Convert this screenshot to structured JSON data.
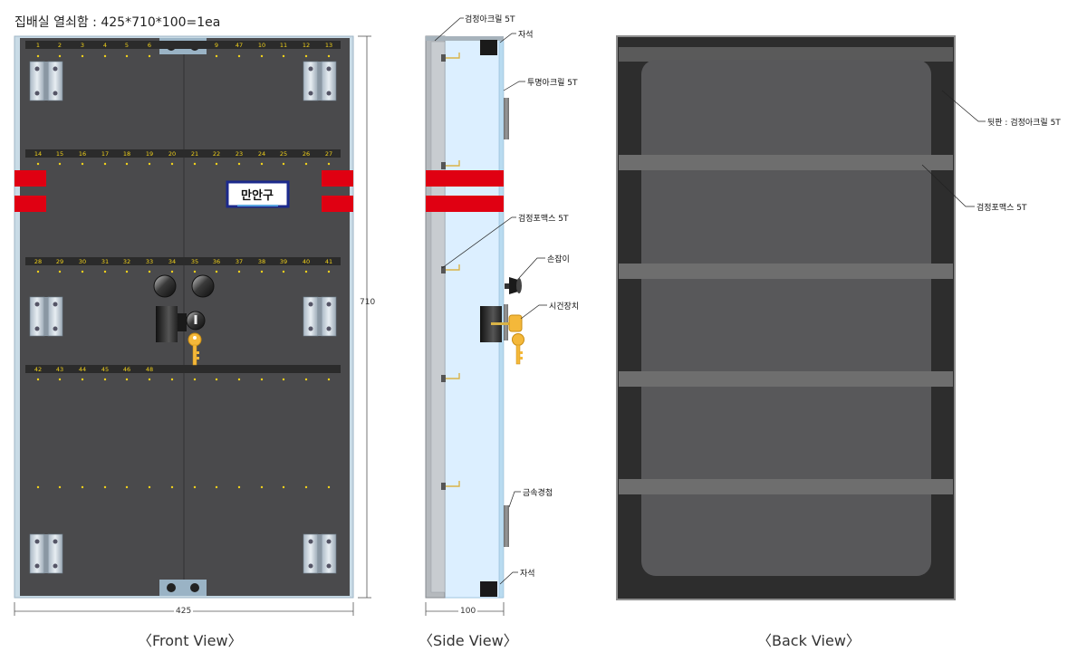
{
  "title": "집배실 열쇠함 : 425*710*100=1ea",
  "views": {
    "front": "〈Front View〉",
    "side": "〈Side View〉",
    "back": "〈Back View〉"
  },
  "dimensions": {
    "front_height": "710",
    "front_width": "425",
    "side_depth": "100"
  },
  "sign_label": "만안구",
  "hook_rows": [
    [
      "1",
      "2",
      "3",
      "4",
      "5",
      "6",
      "",
      "",
      "9",
      "47",
      "10",
      "11",
      "12",
      "13"
    ],
    [
      "14",
      "15",
      "16",
      "17",
      "18",
      "19",
      "20",
      "21",
      "22",
      "23",
      "24",
      "25",
      "26",
      "27"
    ],
    [
      "28",
      "29",
      "30",
      "31",
      "32",
      "33",
      "34",
      "35",
      "36",
      "37",
      "38",
      "39",
      "40",
      "41"
    ],
    [
      "42",
      "43",
      "44",
      "45",
      "46",
      "48"
    ]
  ],
  "callouts": {
    "side_top_acrylic": "검정아크릴 5T",
    "side_magnet_top": "자석",
    "side_clear_acrylic": "투명아크릴 5T",
    "side_foamex": "검정포맥스 5T",
    "side_handle": "손잡이",
    "side_lock": "시건장치",
    "side_hinge": "금속경첩",
    "side_magnet_bottom": "자석",
    "back_panel": "뒷판 : 검정아크릴 5T",
    "back_foamex": "검정포맥스 5T"
  },
  "colors": {
    "board": "#4a4a4c",
    "frame": "#c9dbe6",
    "strip": "#2b2b2b",
    "red_band": "#e00012",
    "number": "#f2d21b",
    "sign_border": "#1c2a8c",
    "glass": "#dcefff",
    "back_outer": "#2d2d2d",
    "back_inner": "#58585a"
  }
}
